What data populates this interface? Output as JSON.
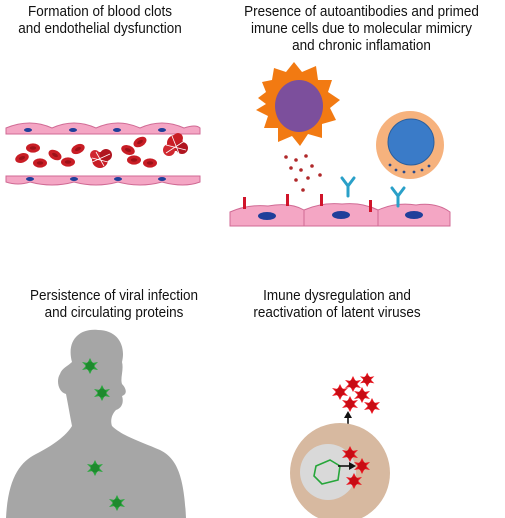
{
  "panels": {
    "clots": {
      "line1": "Formation of blood clots",
      "line2": "and endothelial dysfunction"
    },
    "autoantibodies": {
      "line1": "Presence of autoantibodies and primed",
      "line2": "imune cells due to molecular mimicry",
      "line3": "and chronic inflamation"
    },
    "viral": {
      "line1": "Persistence of viral infection",
      "line2": "and circulating proteins"
    },
    "dysregulation": {
      "line1": "Imune dysregulation and",
      "line2": "reactivation of latent viruses"
    }
  },
  "colors": {
    "endothelium": "#f4a6c4",
    "endothelium_edge": "#d06a94",
    "nucleus": "#1f3f9a",
    "rbc": "#c81d25",
    "macrophage": "#f27a12",
    "macrophage_nucleus": "#7c4f9c",
    "lymphocyte": "#f6b27d",
    "lymphocyte_nucleus": "#3a7bc8",
    "antibody": "#2aa0c8",
    "body": "#a6a6a6",
    "virus_green": "#26a63a",
    "virus_red": "#e8141e",
    "host_cell": "#d7b9a0",
    "host_cytoplasm": "#d9d9d9"
  }
}
